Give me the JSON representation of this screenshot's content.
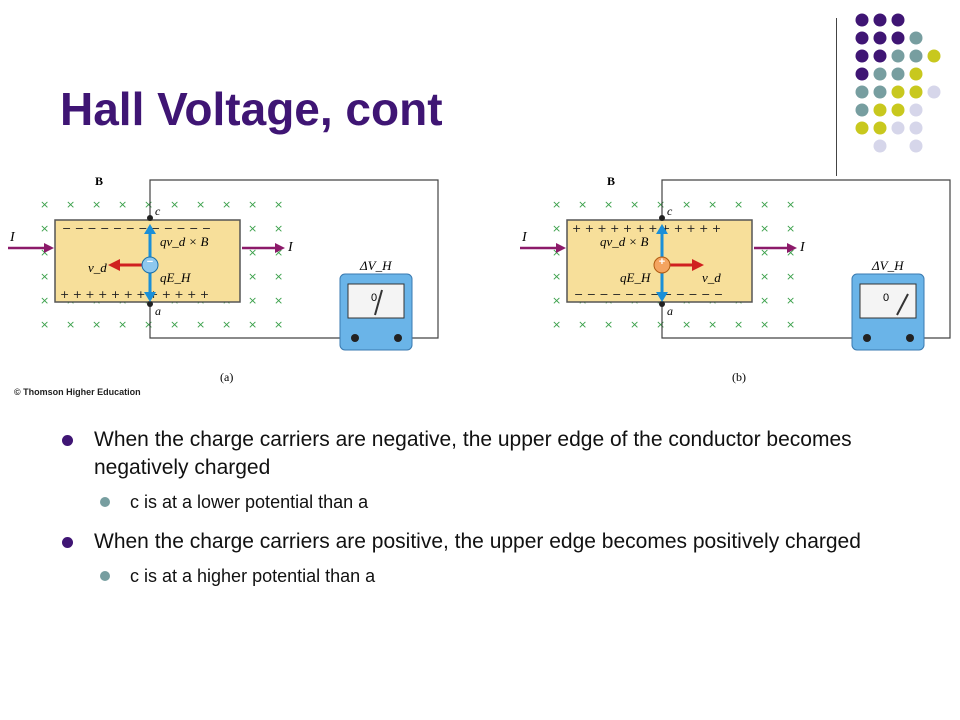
{
  "slide": {
    "title": "Hall Voltage, cont",
    "copyright": "© Thomson Higher Education",
    "bullets": [
      {
        "text": "When the charge carriers are negative, the upper edge of the conductor becomes negatively charged",
        "sub": "c is at a lower potential than a"
      },
      {
        "text": "When the charge carriers are positive, the upper edge becomes positively charged",
        "sub": "c is at a higher potential than a"
      }
    ]
  },
  "figure_a": {
    "caption": "(a)",
    "current_label": "I",
    "field_label": "B",
    "point_top": "c",
    "point_bottom": "a",
    "force_label": "qv_d × B",
    "field_e_label": "qE_H",
    "velocity_label": "v_d",
    "voltmeter_label": "ΔV_H",
    "meter_zero": "0",
    "charge_sign": "−"
  },
  "figure_b": {
    "caption": "(b)",
    "current_label": "I",
    "field_label": "B",
    "point_top": "c",
    "point_bottom": "a",
    "force_label": "qv_d × B",
    "field_e_label": "qE_H",
    "velocity_label": "v_d",
    "voltmeter_label": "ΔV_H",
    "meter_zero": "0",
    "charge_sign": "+"
  },
  "colors": {
    "title": "#3f1574",
    "dot_purple": "#3f1574",
    "dot_teal": "#779ea0",
    "dot_yellow": "#c8c81e",
    "dot_lavender": "#d6d6ea",
    "conductor_fill": "#f7df9a",
    "field_x": "#3aa04a",
    "current_arrow": "#8c1a6a",
    "force_arrow": "#d02020",
    "e_arrow": "#1a8fd8",
    "meter_blue": "#6ab4e8"
  }
}
